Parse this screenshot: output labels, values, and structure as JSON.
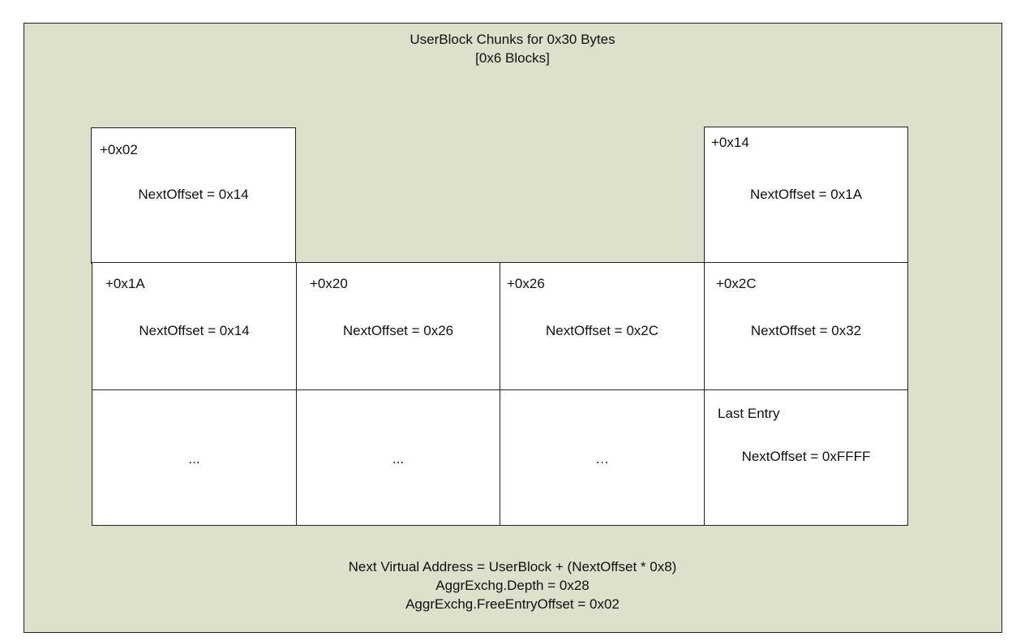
{
  "title": {
    "line1": "UserBlock Chunks for 0x30 Bytes",
    "line2": "[0x6 Blocks]"
  },
  "chunks": {
    "c1": {
      "offset": "+0x02",
      "next": "NextOffset = 0x14"
    },
    "c2": {
      "offset": "+0x14",
      "next": "NextOffset = 0x1A"
    },
    "c3": {
      "offset": "+0x1A",
      "next": "NextOffset = 0x14"
    },
    "c4": {
      "offset": "+0x20",
      "next": "NextOffset = 0x26"
    },
    "c5": {
      "offset": "+0x26",
      "next": "NextOffset = 0x2C"
    },
    "c6": {
      "offset": "+0x2C",
      "next": "NextOffset = 0x32"
    },
    "e1": {
      "text": "..."
    },
    "e2": {
      "text": "..."
    },
    "e3": {
      "text": "…"
    },
    "last": {
      "label": "Last Entry",
      "next": "NextOffset = 0xFFFF"
    }
  },
  "footer": {
    "line1": "Next Virtual Address = UserBlock + (NextOffset * 0x8)",
    "line2": "AggrExchg.Depth = 0x28",
    "line3": "AggrExchg.FreeEntryOffset = 0x02"
  }
}
